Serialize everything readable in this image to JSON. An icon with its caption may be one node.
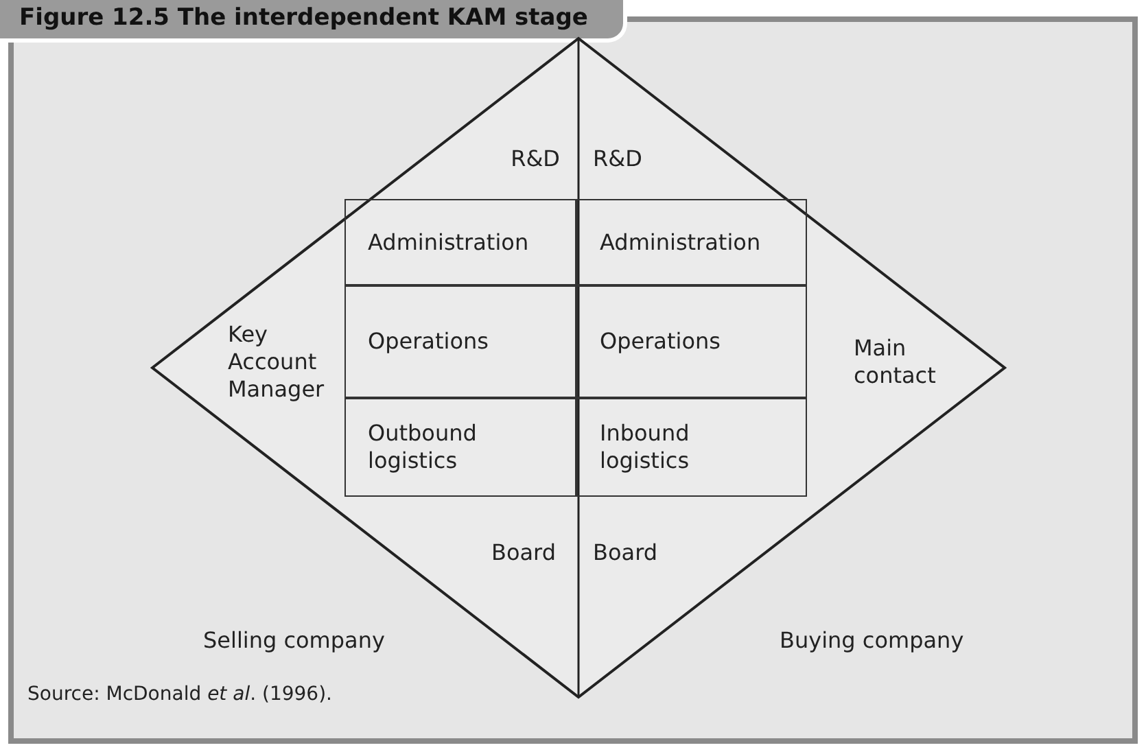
{
  "diagram": {
    "title": "Figure 12.5 The interdependent KAM stage",
    "caption": "Source:  McDonald *et al*. (1996).",
    "nodes": [
      {
        "text": [],
        "shape": "diamond"
      },
      {
        "text": [
          "Administration"
        ],
        "in": 0
      },
      {
        "text": [
          "Administration"
        ],
        "in": 0
      },
      {
        "text": [
          "Operations"
        ],
        "in": 0
      },
      {
        "text": [
          "Operations"
        ],
        "in": 0
      },
      {
        "text": [
          "Outbound logistics"
        ],
        "in": 0
      },
      {
        "text": [
          "Inbound logistics"
        ],
        "in": 0
      }
    ],
    "edges": [],
    "labels": [
      "R&D",
      "R&D",
      "Key Account Manager",
      "Main contact",
      "Board",
      "Board",
      "Selling company",
      "Buying company"
    ]
  }
}
